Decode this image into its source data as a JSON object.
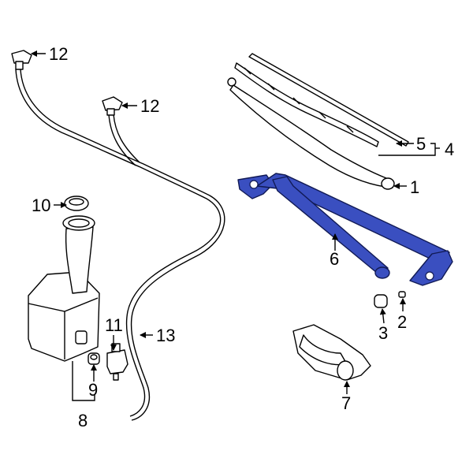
{
  "colors": {
    "background": "#ffffff",
    "outline": "#000000",
    "highlight": "#3a4fc0"
  },
  "callouts": {
    "c1": "1",
    "c2": "2",
    "c3": "3",
    "c4": "4",
    "c5": "5",
    "c6": "6",
    "c7": "7",
    "c8": "8",
    "c9": "9",
    "c10": "10",
    "c11": "11",
    "c12a": "12",
    "c12b": "12",
    "c13": "13"
  }
}
